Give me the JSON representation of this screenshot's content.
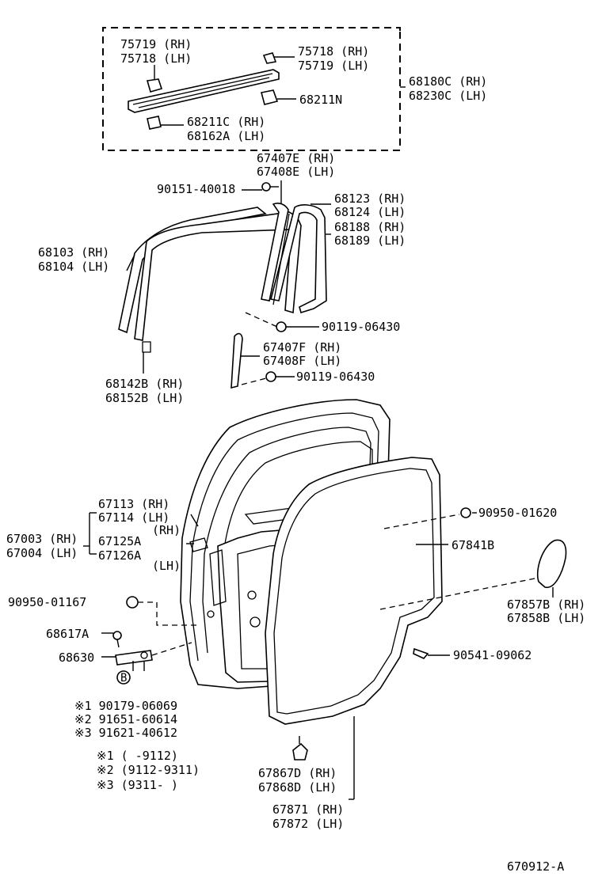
{
  "labels": {
    "p75719_rh": "75719 (RH)",
    "p75718_lh": "75718 (LH)",
    "p75718_rh": "75718 (RH)",
    "p75719_lh": "75719 (LH)",
    "p68211n": "68211N",
    "p68211c_rh": "68211C (RH)",
    "p68162a_lh": "68162A (LH)",
    "p68180c_rh": "68180C (RH)",
    "p68230c_lh": "68230C (LH)",
    "p67407e_rh": "67407E (RH)",
    "p67408e_lh": "67408E (LH)",
    "p90151": "90151-40018",
    "p68123_rh": "68123 (RH)",
    "p68124_lh": "68124 (LH)",
    "p68188_rh": "68188 (RH)",
    "p68189_lh": "68189 (LH)",
    "p68103_rh": "68103 (RH)",
    "p68104_lh": "68104 (LH)",
    "p90119_a": "90119-06430",
    "p67407f_rh": "67407F (RH)",
    "p67408f_lh": "67408F (LH)",
    "p90119_b": "90119-06430",
    "p68142b_rh": "68142B (RH)",
    "p68152b_lh": "68152B (LH)",
    "p67113_rh": "67113 (RH)",
    "p67114_lh": "67114 (LH)",
    "p67003_rh": "67003 (RH)",
    "p67004_lh": "67004 (LH)",
    "p_rh": "(RH)",
    "p67125a": "67125A",
    "p67126a": "67126A",
    "p_lh": "(LH)",
    "p90950_01620": "90950-01620",
    "p67841b": "67841B",
    "p90950_01167": "90950-01167",
    "p67857b_rh": "67857B (RH)",
    "p67858b_lh": "67858B (LH)",
    "p68617a": "68617A",
    "p68630": "68630",
    "p90541": "90541-09062",
    "b_marker": "B",
    "n1": "※1 90179-06069",
    "n2": "※2 91651-60614",
    "n3": "※3 91621-40612",
    "r1": "※1 (     -9112)",
    "r2": "※2 (9112-9311)",
    "r3": "※3 (9311-     )",
    "p67867d_rh": "67867D (RH)",
    "p67868d_lh": "67868D (LH)",
    "p67871_rh": "67871 (RH)",
    "p67872_lh": "67872 (LH)",
    "drawing_no": "670912-A"
  }
}
